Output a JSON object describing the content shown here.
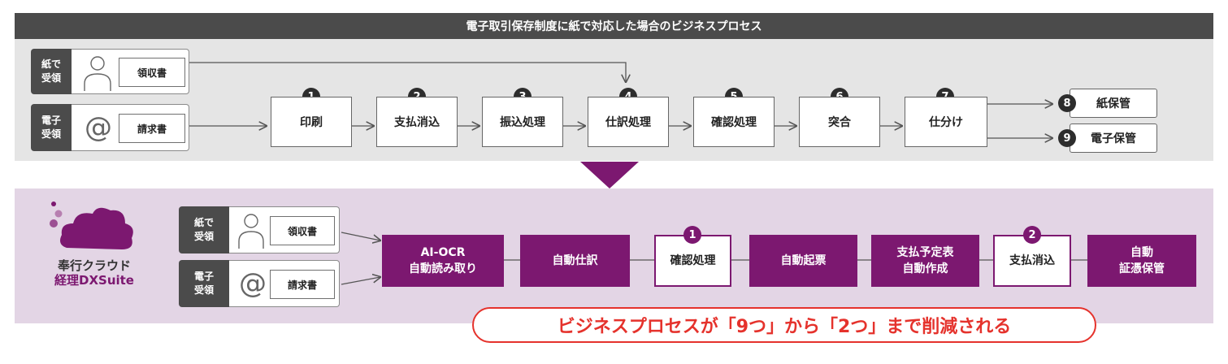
{
  "header": {
    "title": "電子取引保存制度に紙で対応した場合のビジネスプロセス"
  },
  "top": {
    "inputs": [
      {
        "tag": "紙で\n受領",
        "doc": "領収書",
        "icon": "person-icon"
      },
      {
        "tag": "電子\n受領",
        "doc": "請求書",
        "icon": "at-sign-icon"
      }
    ],
    "steps": [
      {
        "num": "1",
        "label": "印刷"
      },
      {
        "num": "2",
        "label": "支払消込"
      },
      {
        "num": "3",
        "label": "振込処理"
      },
      {
        "num": "4",
        "label": "仕訳処理"
      },
      {
        "num": "5",
        "label": "確認処理"
      },
      {
        "num": "6",
        "label": "突合"
      },
      {
        "num": "7",
        "label": "仕分け"
      }
    ],
    "outputs": [
      {
        "num": "8",
        "label": "紙保管"
      },
      {
        "num": "9",
        "label": "電子保管"
      }
    ]
  },
  "bottom": {
    "logo": {
      "line1": "奉行クラウド",
      "line2": "経理DXSuite"
    },
    "inputs": [
      {
        "tag": "紙で\n受領",
        "doc": "領収書",
        "icon": "person-icon"
      },
      {
        "tag": "電子\n受領",
        "doc": "請求書",
        "icon": "at-sign-icon"
      }
    ],
    "steps": [
      {
        "label": "AI-OCR\n自動読み取り",
        "style": "filled"
      },
      {
        "label": "自動仕訳",
        "style": "filled"
      },
      {
        "num": "1",
        "label": "確認処理",
        "style": "outline"
      },
      {
        "label": "自動起票",
        "style": "filled"
      },
      {
        "label": "支払予定表\n自動作成",
        "style": "filled"
      },
      {
        "num": "2",
        "label": "支払消込",
        "style": "outline"
      },
      {
        "label": "自動\n証憑保管",
        "style": "filled"
      }
    ]
  },
  "banner": {
    "text": "ビジネスプロセスが「9つ」から「2つ」まで削減される"
  },
  "colors": {
    "dark": "#4b4b4b",
    "purple": "#7c1870",
    "red": "#e5322c",
    "top_bg": "#e5e5e5",
    "bottom_bg": "#e3d5e5"
  }
}
